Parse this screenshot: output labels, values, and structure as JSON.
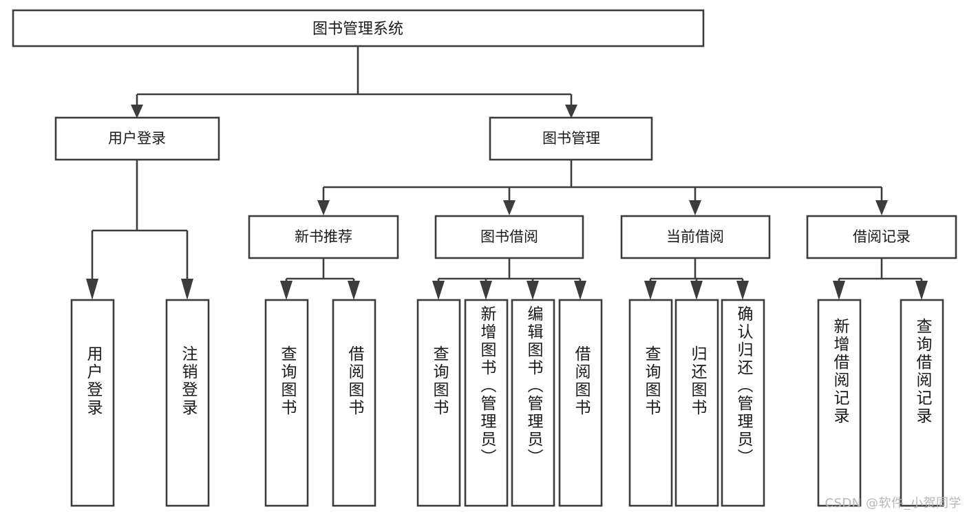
{
  "diagram": {
    "title": "图书管理系统",
    "type": "tree",
    "watermark": "CSDN @软件_小贺同学",
    "colors": {
      "stroke": "#3c3c3c",
      "fill": "#ffffff",
      "text": "#1a1a1a",
      "watermark": "#b7b7b7"
    },
    "root": {
      "label": "图书管理系统"
    },
    "level2": [
      {
        "label": "用户登录"
      },
      {
        "label": "图书管理"
      }
    ],
    "level3": [
      {
        "label": "新书推荐"
      },
      {
        "label": "图书借阅"
      },
      {
        "label": "当前借阅"
      },
      {
        "label": "借阅记录"
      }
    ],
    "leaves": {
      "user_login": [
        {
          "label": "用户登录"
        },
        {
          "label": "注销登录"
        }
      ],
      "new_book_recommend": [
        {
          "label": "查询图书"
        },
        {
          "label": "借阅图书"
        }
      ],
      "book_borrow": [
        {
          "label": "查询图书"
        },
        {
          "label": "新增图书（管理员）"
        },
        {
          "label": "编辑图书（管理员）"
        },
        {
          "label": "借阅图书"
        }
      ],
      "current_borrow": [
        {
          "label": "查询图书"
        },
        {
          "label": "归还图书"
        },
        {
          "label": "确认归还（管理员）"
        }
      ],
      "borrow_record": [
        {
          "label": "新增借阅记录"
        },
        {
          "label": "查询借阅记录"
        }
      ]
    }
  }
}
